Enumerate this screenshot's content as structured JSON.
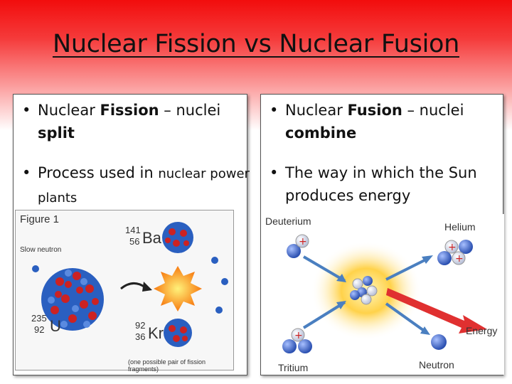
{
  "slide": {
    "title": "Nuclear Fission vs Nuclear Fusion"
  },
  "left": {
    "bullet1": {
      "prefix": "Nuclear ",
      "bold": "Fission",
      "mid": " – nuclei ",
      "bold2": "split"
    },
    "bullet2": {
      "text": "Process used in ",
      "tail": "nuclear power plants"
    },
    "figure": {
      "caption": "Figure 1",
      "slow_neutron": "Slow neutron",
      "u_mass": "235",
      "u_num": "92",
      "u_sym": "U",
      "ba_mass": "141",
      "ba_num": "56",
      "ba_sym": "Ba",
      "kr_mass": "92",
      "kr_num": "36",
      "kr_sym": "Kr",
      "footnote": "(one possible pair of fission fragments)"
    }
  },
  "right": {
    "bullet1": {
      "prefix": "Nuclear ",
      "bold": "Fusion",
      "mid": " – nuclei ",
      "bold2": "combine"
    },
    "bullet2": {
      "text": "The way in which the Sun produces energy"
    },
    "figure": {
      "deuterium": "Deuterium",
      "helium": "Helium",
      "energy": "Energy",
      "tritium": "Tritium",
      "neutron": "Neutron"
    }
  },
  "colors": {
    "title_gradient_top": "#f20d0d",
    "proton": "#cc2222",
    "neutron": "#2a5fc0",
    "arrow": "#4a7fc0",
    "energy_arrow": "#e03030",
    "burst": "#f8a020"
  }
}
